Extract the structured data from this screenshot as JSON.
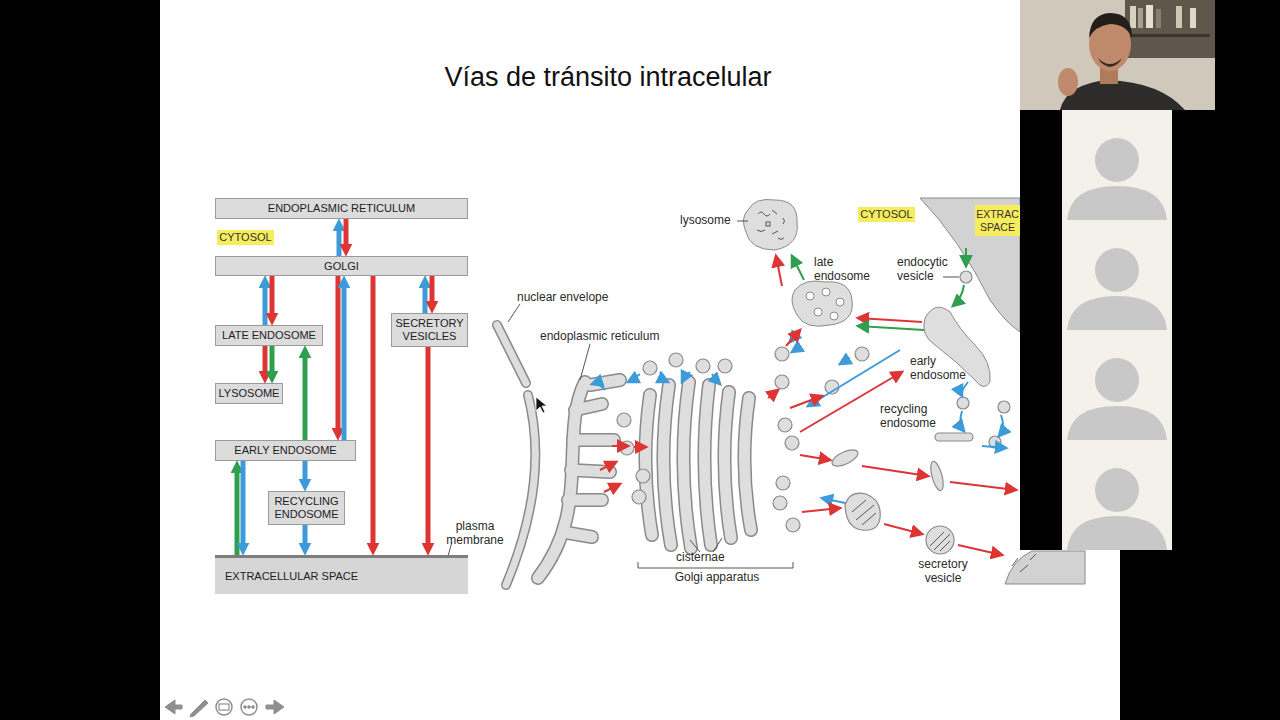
{
  "diagram": {
    "title": "Vías de tránsito intracelular",
    "nodes": [
      {
        "text": [
          "ENDOPLASMIC RETICULUM"
        ]
      },
      {
        "text": [
          "CYTOSOL"
        ]
      },
      {
        "text": [
          "GOLGI"
        ]
      },
      {
        "text": [
          "LATE ENDOSOME"
        ]
      },
      {
        "text": [
          "SECRETORY VESICLES"
        ]
      },
      {
        "text": [
          "LYSOSOME"
        ]
      },
      {
        "text": [
          "EARLY ENDOSOME"
        ]
      },
      {
        "text": [
          "RECYCLING ENDOSOME"
        ]
      },
      {
        "text": [
          "EXTRACELLULAR SPACE"
        ]
      },
      {
        "text": [
          "CYTOSOL"
        ]
      },
      {
        "text": [
          "EXTRAC SPACE"
        ]
      }
    ],
    "edges": [
      {
        "from": 2,
        "to": 0,
        "arrow": "to"
      },
      {
        "from": 0,
        "to": 2,
        "arrow": "to"
      },
      {
        "from": 3,
        "to": 2,
        "arrow": "to"
      },
      {
        "from": 2,
        "to": 3,
        "arrow": "to"
      },
      {
        "from": 3,
        "to": 5,
        "arrow": "to"
      },
      {
        "from": 3,
        "to": 5,
        "arrow": "to"
      },
      {
        "from": 6,
        "to": 3,
        "arrow": "to"
      },
      {
        "from": 2,
        "to": 6,
        "arrow": "to"
      },
      {
        "from": 6,
        "to": 2,
        "arrow": "to"
      },
      {
        "from": 2,
        "to": 8,
        "arrow": "to"
      },
      {
        "from": 4,
        "to": 2,
        "arrow": "to"
      },
      {
        "from": 2,
        "to": 4,
        "arrow": "to"
      },
      {
        "from": 4,
        "to": 8,
        "arrow": "to"
      },
      {
        "from": 8,
        "to": 6,
        "arrow": "to"
      },
      {
        "from": 6,
        "to": 8,
        "arrow": "to"
      },
      {
        "from": 6,
        "to": 7,
        "arrow": "to"
      },
      {
        "from": 7,
        "to": 8,
        "arrow": "to"
      }
    ],
    "labels": [
      "plasma membrane",
      "lysosome",
      "late endosome",
      "endocytic vesicle",
      "nuclear envelope",
      "endoplasmic reticulum",
      "early endosome",
      "recycling endosome",
      "cisternae",
      "Golgi apparatus",
      "secretory vesicle"
    ]
  }
}
